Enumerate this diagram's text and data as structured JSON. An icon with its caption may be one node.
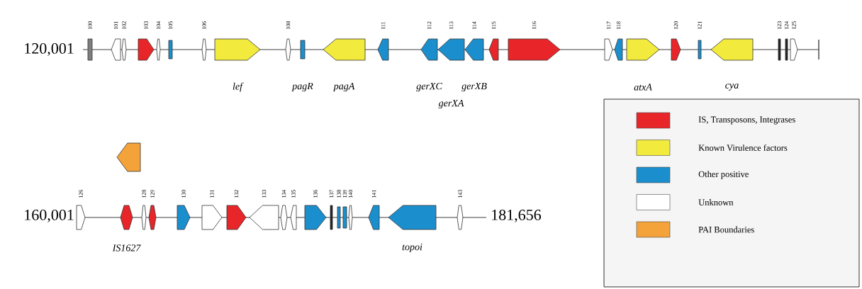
{
  "diagram": {
    "nodes": [
      {
        "text": [
          "100"
        ]
      },
      {
        "text": [
          "101"
        ]
      },
      {
        "text": [
          "102"
        ]
      },
      {
        "text": [
          "103"
        ]
      },
      {
        "text": [
          "104"
        ]
      },
      {
        "text": [
          "105"
        ]
      },
      {
        "text": [
          "106"
        ]
      },
      {
        "text": [],
        "shape": "arrow",
        "beside": [
          "lef"
        ]
      },
      {
        "text": [
          "108"
        ]
      },
      {
        "text": [],
        "shape": "arrow",
        "beside": [
          "pagR"
        ]
      },
      {
        "text": [],
        "shape": "arrow",
        "beside": [
          "pagA"
        ]
      },
      {
        "text": [
          "111"
        ]
      },
      {
        "text": [
          "112"
        ],
        "beside": [
          "gerXC"
        ]
      },
      {
        "text": [
          "113"
        ],
        "beside": [
          "gerXA"
        ]
      },
      {
        "text": [
          "114"
        ],
        "beside": [
          "gerXB"
        ]
      },
      {
        "text": [
          "115"
        ]
      },
      {
        "text": [
          "116"
        ]
      },
      {
        "text": [
          "117"
        ]
      },
      {
        "text": [
          "118"
        ]
      },
      {
        "text": [],
        "shape": "arrow",
        "beside": [
          "atxA"
        ]
      },
      {
        "text": [
          "120"
        ]
      },
      {
        "text": [
          "121"
        ]
      },
      {
        "text": [],
        "shape": "arrow",
        "beside": [
          "cya"
        ]
      },
      {
        "text": [
          "123"
        ]
      },
      {
        "text": [
          "124"
        ]
      },
      {
        "text": [
          "125"
        ]
      },
      {
        "text": [
          "126"
        ]
      },
      {
        "text": [],
        "shape": "arrow"
      },
      {
        "text": [],
        "shape": "arrow",
        "beside": [
          "IS1627"
        ]
      },
      {
        "text": [
          "128"
        ]
      },
      {
        "text": [
          "129"
        ]
      },
      {
        "text": [
          "130"
        ]
      },
      {
        "text": [
          "131"
        ]
      },
      {
        "text": [
          "132"
        ]
      },
      {
        "text": [
          "133"
        ]
      },
      {
        "text": [
          "134"
        ]
      },
      {
        "text": [
          "135"
        ]
      },
      {
        "text": [
          "136"
        ]
      },
      {
        "text": [
          "137"
        ]
      },
      {
        "text": [
          "138"
        ]
      },
      {
        "text": [
          "139"
        ]
      },
      {
        "text": [
          "140"
        ]
      },
      {
        "text": [
          "141"
        ]
      },
      {
        "text": [],
        "shape": "arrow",
        "beside": [
          "topoi"
        ]
      },
      {
        "text": [
          "143"
        ]
      }
    ],
    "labels": [
      "120,001",
      "160,001",
      "181,656"
    ],
    "legend": [
      {
        "text": "IS, Transposons, Integrases",
        "color": "#e8262a"
      },
      {
        "text": "Known Virulence factors",
        "color": "#f2ea3c"
      },
      {
        "text": "Other positive",
        "color": "#1b8fce"
      },
      {
        "text": "Unknown",
        "color": "#ffffff"
      },
      {
        "text": "PAI Boundaries",
        "color": "#f4a23a"
      }
    ]
  }
}
